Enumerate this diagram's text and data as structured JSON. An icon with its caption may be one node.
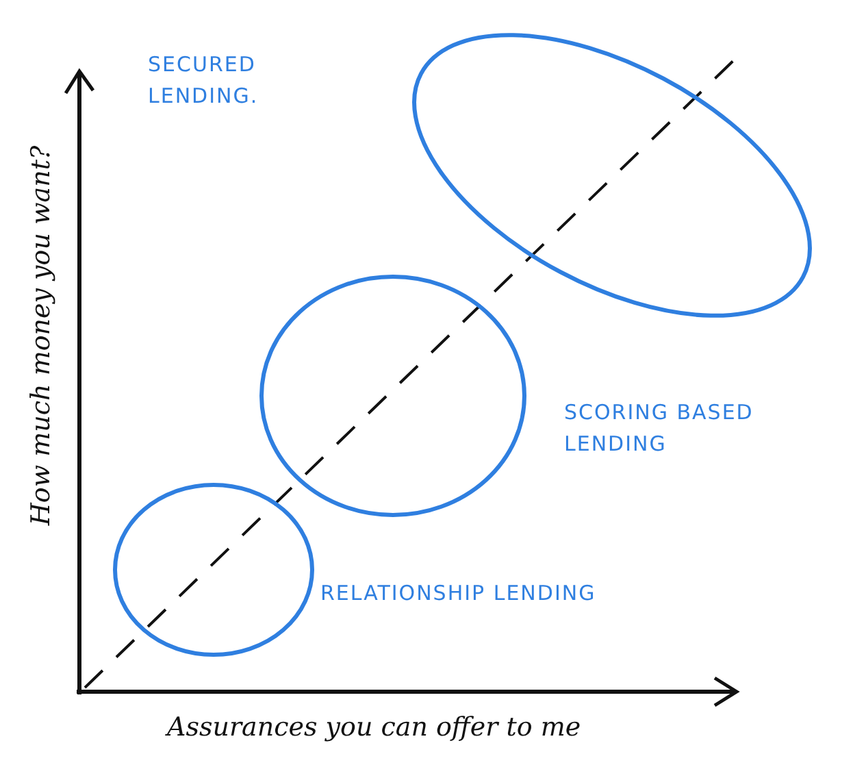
{
  "diagram": {
    "nodes": [
      {
        "text": [],
        "shape": "circle"
      },
      {
        "text": [],
        "shape": "circle",
        "beside": [
          "SCORING BASED LENDING"
        ]
      },
      {
        "text": [],
        "shape": "circle",
        "beside": [
          "RELATIONSHIP LENDING"
        ]
      }
    ],
    "labels": [
      "SECURED LENDING.",
      "How much money you want?",
      "Assurances you can offer to me"
    ]
  }
}
